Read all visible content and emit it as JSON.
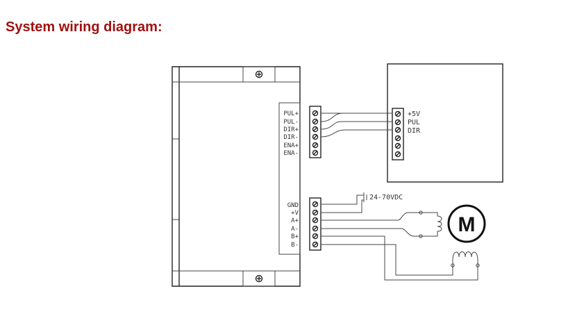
{
  "title": "System wiring diagram:",
  "driver": {
    "signal_labels": [
      "PUL+",
      "PUL-",
      "DIR+",
      "DIR-",
      "ENA+",
      "ENA-"
    ],
    "power_labels": [
      "GND",
      "+V",
      "A+",
      "A-",
      "B+",
      "B-"
    ]
  },
  "controller": {
    "labels": [
      "+5V",
      "PUL",
      "DIR"
    ]
  },
  "supply_label": "24-70VDC",
  "motor_label": "M",
  "colors": {
    "title": "#a01010",
    "signal_wire": "#3a2a8a"
  }
}
